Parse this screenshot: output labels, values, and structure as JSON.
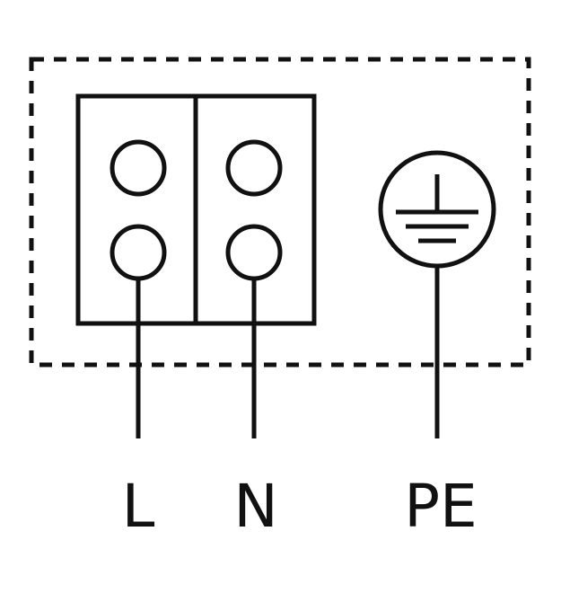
{
  "diagram": {
    "colors": {
      "stroke": "#111111",
      "background": "#ffffff"
    },
    "terminals": [
      {
        "id": "L",
        "label": "L"
      },
      {
        "id": "N",
        "label": "N"
      },
      {
        "id": "PE",
        "label": "PE"
      }
    ],
    "symbols": {
      "ground": "protective-earth-icon"
    }
  }
}
